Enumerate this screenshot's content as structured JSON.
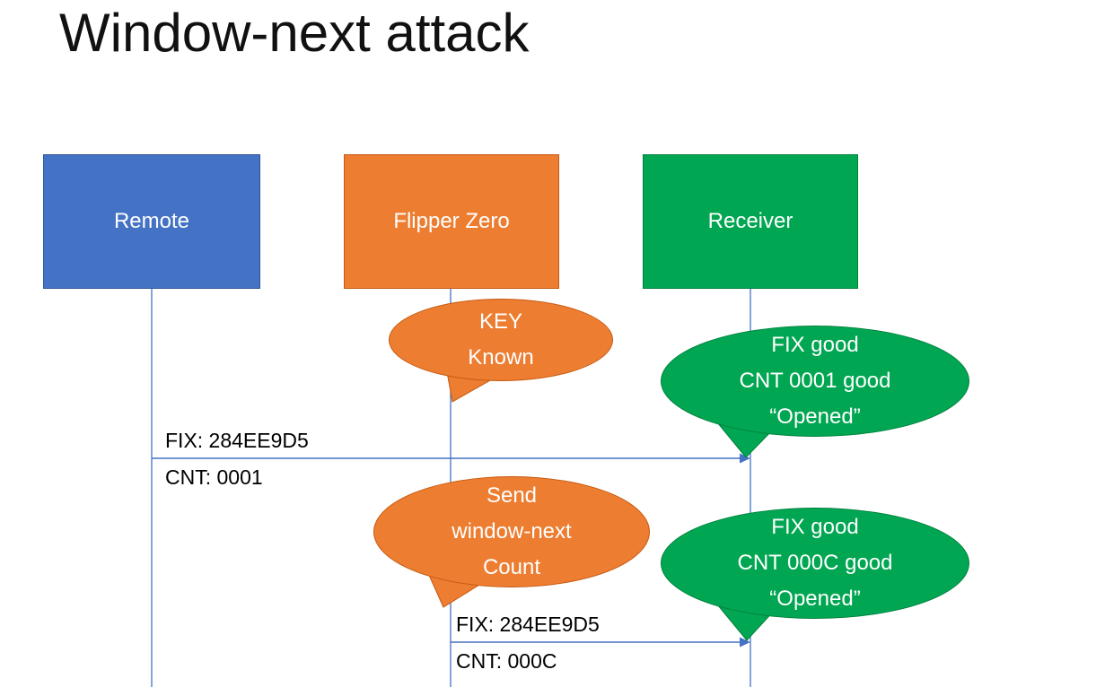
{
  "title": "Window-next attack",
  "colors": {
    "remote_blue": "#4472C4",
    "flipper_orange": "#ED7D31",
    "receiver_green": "#00A651",
    "connector_blue": "#4472C4"
  },
  "actors": [
    {
      "id": "remote",
      "label": "Remote",
      "color": "#4472C4"
    },
    {
      "id": "flipper-zero",
      "label": "Flipper Zero",
      "color": "#ED7D31"
    },
    {
      "id": "receiver",
      "label": "Receiver",
      "color": "#00A651"
    }
  ],
  "bubbles": [
    {
      "owner": "flipper-zero",
      "color": "#ED7D31",
      "lines": [
        "KEY",
        "Known"
      ]
    },
    {
      "owner": "receiver",
      "color": "#00A651",
      "lines": [
        "FIX good",
        "CNT 0001 good",
        "“Opened”"
      ]
    },
    {
      "owner": "flipper-zero",
      "color": "#ED7D31",
      "lines": [
        "Send",
        "window-next",
        "Count"
      ]
    },
    {
      "owner": "receiver",
      "color": "#00A651",
      "lines": [
        "FIX good",
        "CNT 000C good",
        "“Opened”"
      ]
    }
  ],
  "messages": [
    {
      "from": "remote",
      "to": "receiver",
      "labels": [
        "FIX: 284EE9D5",
        "CNT: 0001"
      ]
    },
    {
      "from": "flipper-zero",
      "to": "receiver",
      "labels": [
        "FIX: 284EE9D5",
        "CNT: 000C"
      ]
    }
  ]
}
